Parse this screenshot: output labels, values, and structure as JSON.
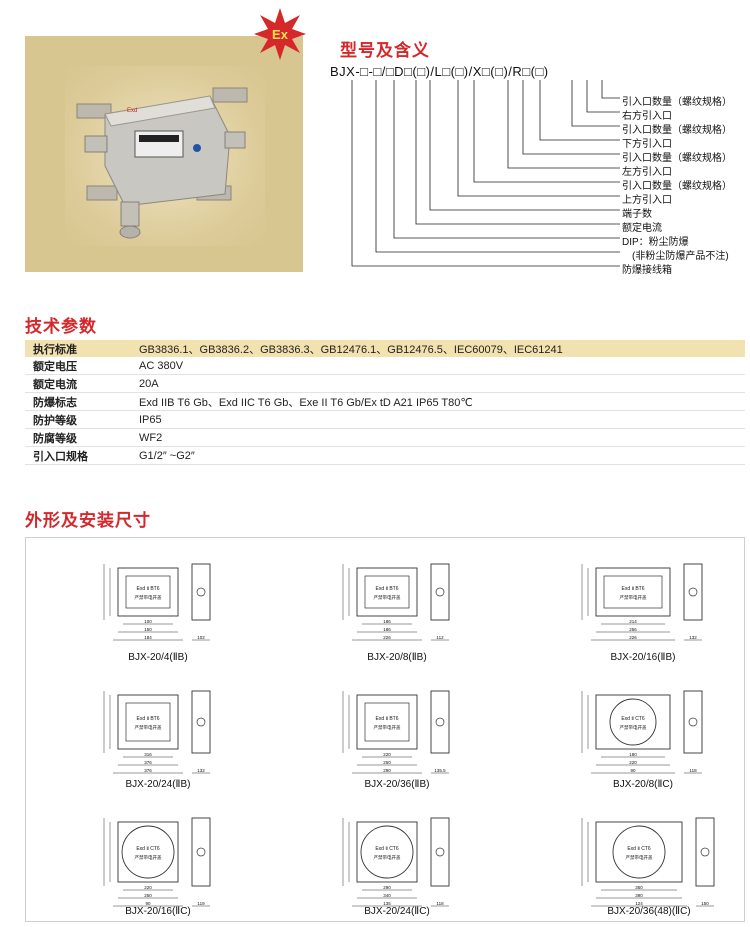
{
  "header": {
    "badge_text": "Ex",
    "model_title": "型号及含义",
    "model_code": "BJX-□-□/□D□(□)/L□(□)/X□(□)/R□(□)",
    "model_legend": [
      "引入口数量（螺纹规格）",
      "右方引入口",
      "引入口数量（螺纹规格）",
      "下方引入口",
      "引入口数量（螺纹规格）",
      "左方引入口",
      "引入口数量（螺纹规格）",
      "上方引入口",
      "端子数",
      "额定电流",
      "DIP：粉尘防爆",
      "(非粉尘防爆产品不注)",
      "防爆接线箱"
    ]
  },
  "params": {
    "title": "技术参数",
    "rows": [
      {
        "k": "执行标准",
        "v": "GB3836.1、GB3836.2、GB3836.3、GB12476.1、GB12476.5、IEC60079、IEC61241"
      },
      {
        "k": "额定电压",
        "v": "AC 380V"
      },
      {
        "k": "额定电流",
        "v": "20A"
      },
      {
        "k": "防爆标志",
        "v": "Exd IIB T6 Gb、Exd IIC T6 Gb、Exe II T6 Gb/Ex tD A21 IP65 T80℃"
      },
      {
        "k": "防护等级",
        "v": "IP65"
      },
      {
        "k": "防腐等级",
        "v": "WF2"
      },
      {
        "k": "引入口规格",
        "v": "G1/2″ ~G2″"
      }
    ]
  },
  "dimensions": {
    "title": "外形及安装尺寸",
    "drawings": [
      {
        "caption": "BJX-20/4(ⅡB)",
        "plate": "Exd Ⅱ BT6",
        "dims": [
          "100",
          "150",
          "184",
          "102"
        ]
      },
      {
        "caption": "BJX-20/8(ⅡB)",
        "plate": "Exd Ⅱ BT6",
        "dims": [
          "186",
          "186",
          "226",
          "112"
        ]
      },
      {
        "caption": "BJX-20/16(ⅡB)",
        "plate": "Exd Ⅱ BT6",
        "dims": [
          "214",
          "256",
          "226",
          "132"
        ]
      },
      {
        "caption": "BJX-20/24(ⅡB)",
        "plate": "Exd Ⅱ BT6",
        "dims": [
          "316",
          "376",
          "376",
          "132"
        ]
      },
      {
        "caption": "BJX-20/36(ⅡB)",
        "plate": "Exd Ⅱ BT6",
        "dims": [
          "220",
          "250",
          "290",
          "135.5"
        ]
      },
      {
        "caption": "BJX-20/8(ⅡC)",
        "plate": "Exd Ⅱ CT6",
        "dims": [
          "180",
          "220",
          "90",
          "118"
        ]
      },
      {
        "caption": "BJX-20/16(ⅡC)",
        "plate": "Exd Ⅱ CT6",
        "dims": [
          "220",
          "250",
          "90",
          "119"
        ]
      },
      {
        "caption": "BJX-20/24(ⅡC)",
        "plate": "Exd Ⅱ CT6",
        "dims": [
          "290",
          "340",
          "135",
          "118"
        ]
      },
      {
        "caption": "BJX-20/36(48)(ⅡC)",
        "plate": "Exd Ⅱ CT6",
        "dims": [
          "350",
          "390",
          "124",
          "150"
        ]
      }
    ],
    "sub_label": "严禁带电开盖"
  },
  "colors": {
    "accent_red": "#d6272b",
    "table_header_bg": "#f2e2b0",
    "photo_bg": "#d8c690"
  }
}
